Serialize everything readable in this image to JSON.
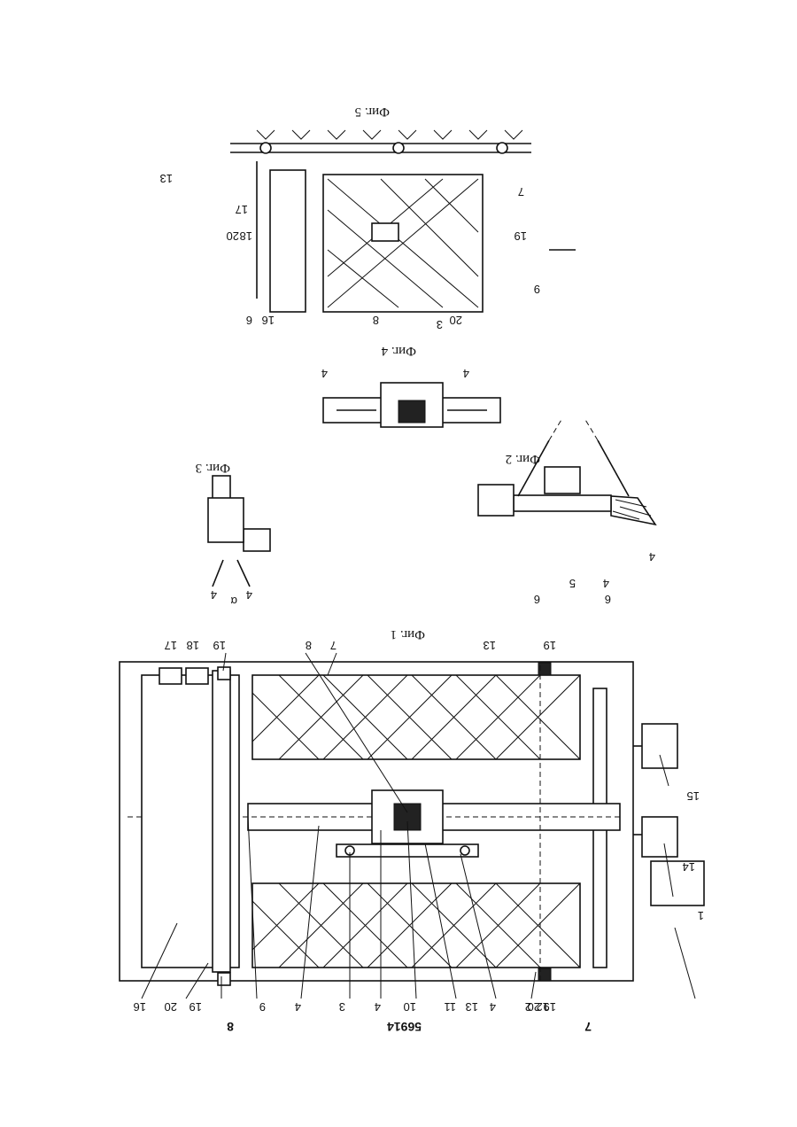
{
  "page": {
    "left_page_number": "7",
    "patent_number": "56914",
    "right_page_number": "8"
  },
  "figures": {
    "fig1": {
      "caption": "Фиг. 1",
      "labels": [
        "1",
        "2",
        "3",
        "4",
        "4",
        "4",
        "7",
        "8",
        "9",
        "10",
        "11",
        "12",
        "13",
        "13",
        "14",
        "15",
        "16",
        "17",
        "18",
        "19",
        "19",
        "19",
        "19",
        "20",
        "20"
      ]
    },
    "fig2": {
      "caption": "Фиг. 2",
      "labels": [
        "4",
        "4",
        "5",
        "6",
        "6"
      ]
    },
    "fig3": {
      "caption": "Фиг. 3",
      "labels": [
        "4",
        "4",
        "α"
      ]
    },
    "fig4": {
      "caption": "Фиг. 4",
      "labels": [
        "4",
        "4"
      ]
    },
    "fig5": {
      "caption": "Фиг. 5",
      "labels": [
        "3",
        "6",
        "7",
        "8",
        "9",
        "13",
        "16",
        "17",
        "18",
        "19",
        "20",
        "20"
      ]
    }
  },
  "colors": {
    "ink": "#111111",
    "paper": "#ffffff"
  }
}
